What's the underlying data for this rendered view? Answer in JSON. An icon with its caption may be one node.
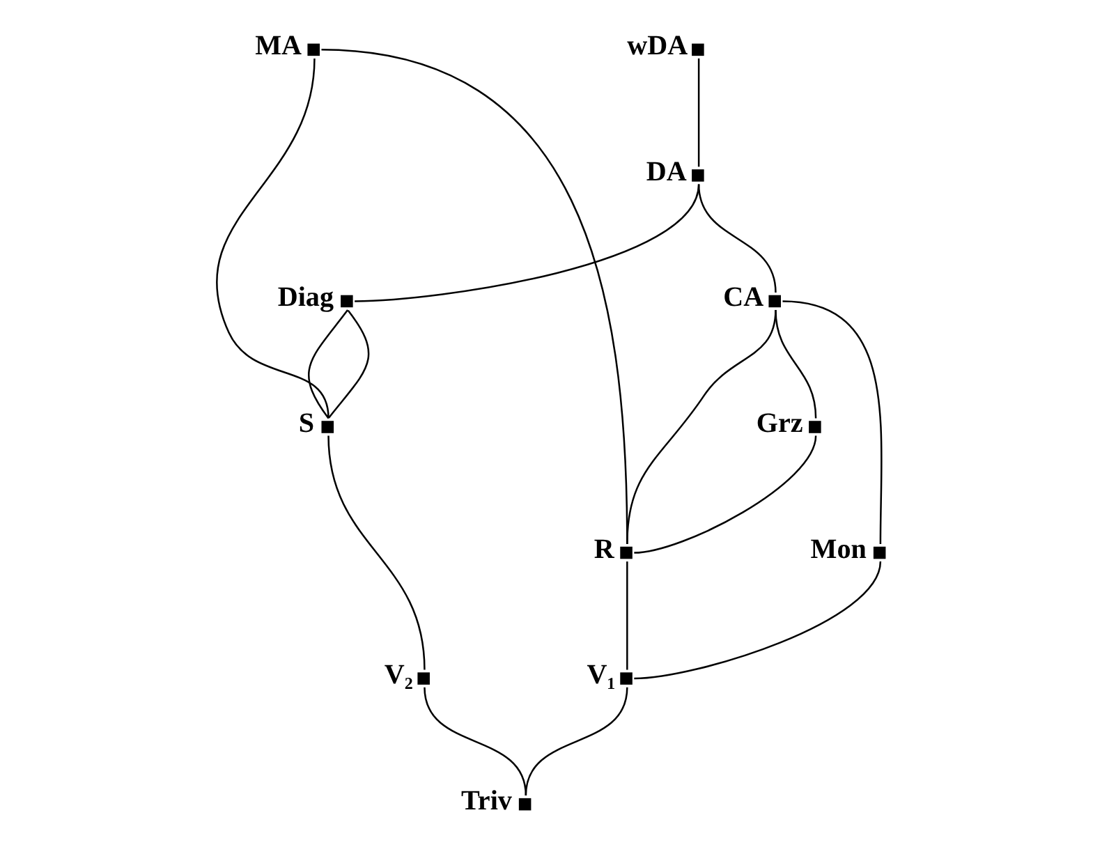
{
  "diagram": {
    "nodes": [
      {
        "text": [
          "MA"
        ]
      },
      {
        "text": [
          "wDA"
        ]
      },
      {
        "text": [
          "DA"
        ]
      },
      {
        "text": [
          "CA"
        ]
      },
      {
        "text": [
          "Grz"
        ]
      },
      {
        "text": [
          "Diag"
        ]
      },
      {
        "text": [
          "Mon"
        ]
      },
      {
        "text": [
          "S"
        ]
      },
      {
        "text": [
          "R"
        ]
      },
      {
        "text": [
          "V₁"
        ]
      },
      {
        "text": [
          "V₂"
        ]
      },
      {
        "text": [
          "Triv"
        ]
      }
    ],
    "edges": [
      {
        "from": 0,
        "to": 8,
        "arrow": "none"
      },
      {
        "from": 0,
        "to": 7,
        "arrow": "none"
      },
      {
        "from": 1,
        "to": 2,
        "arrow": "none"
      },
      {
        "from": 2,
        "to": 3,
        "arrow": "none"
      },
      {
        "from": 2,
        "to": 5,
        "arrow": "none"
      },
      {
        "from": 3,
        "to": 4,
        "arrow": "none"
      },
      {
        "from": 4,
        "to": 8,
        "arrow": "none"
      },
      {
        "from": 3,
        "to": 6,
        "arrow": "none"
      },
      {
        "from": 3,
        "to": 8,
        "arrow": "none"
      },
      {
        "from": 6,
        "to": 9,
        "arrow": "none"
      },
      {
        "from": 8,
        "to": 9,
        "arrow": "none"
      },
      {
        "from": 9,
        "to": 11,
        "arrow": "none"
      },
      {
        "from": 10,
        "to": 11,
        "arrow": "none"
      },
      {
        "from": 7,
        "to": 10,
        "arrow": "none"
      },
      {
        "from": 5,
        "to": 7,
        "arrow": "none"
      },
      {
        "from": 5,
        "to": 7,
        "arrow": "none"
      }
    ]
  }
}
